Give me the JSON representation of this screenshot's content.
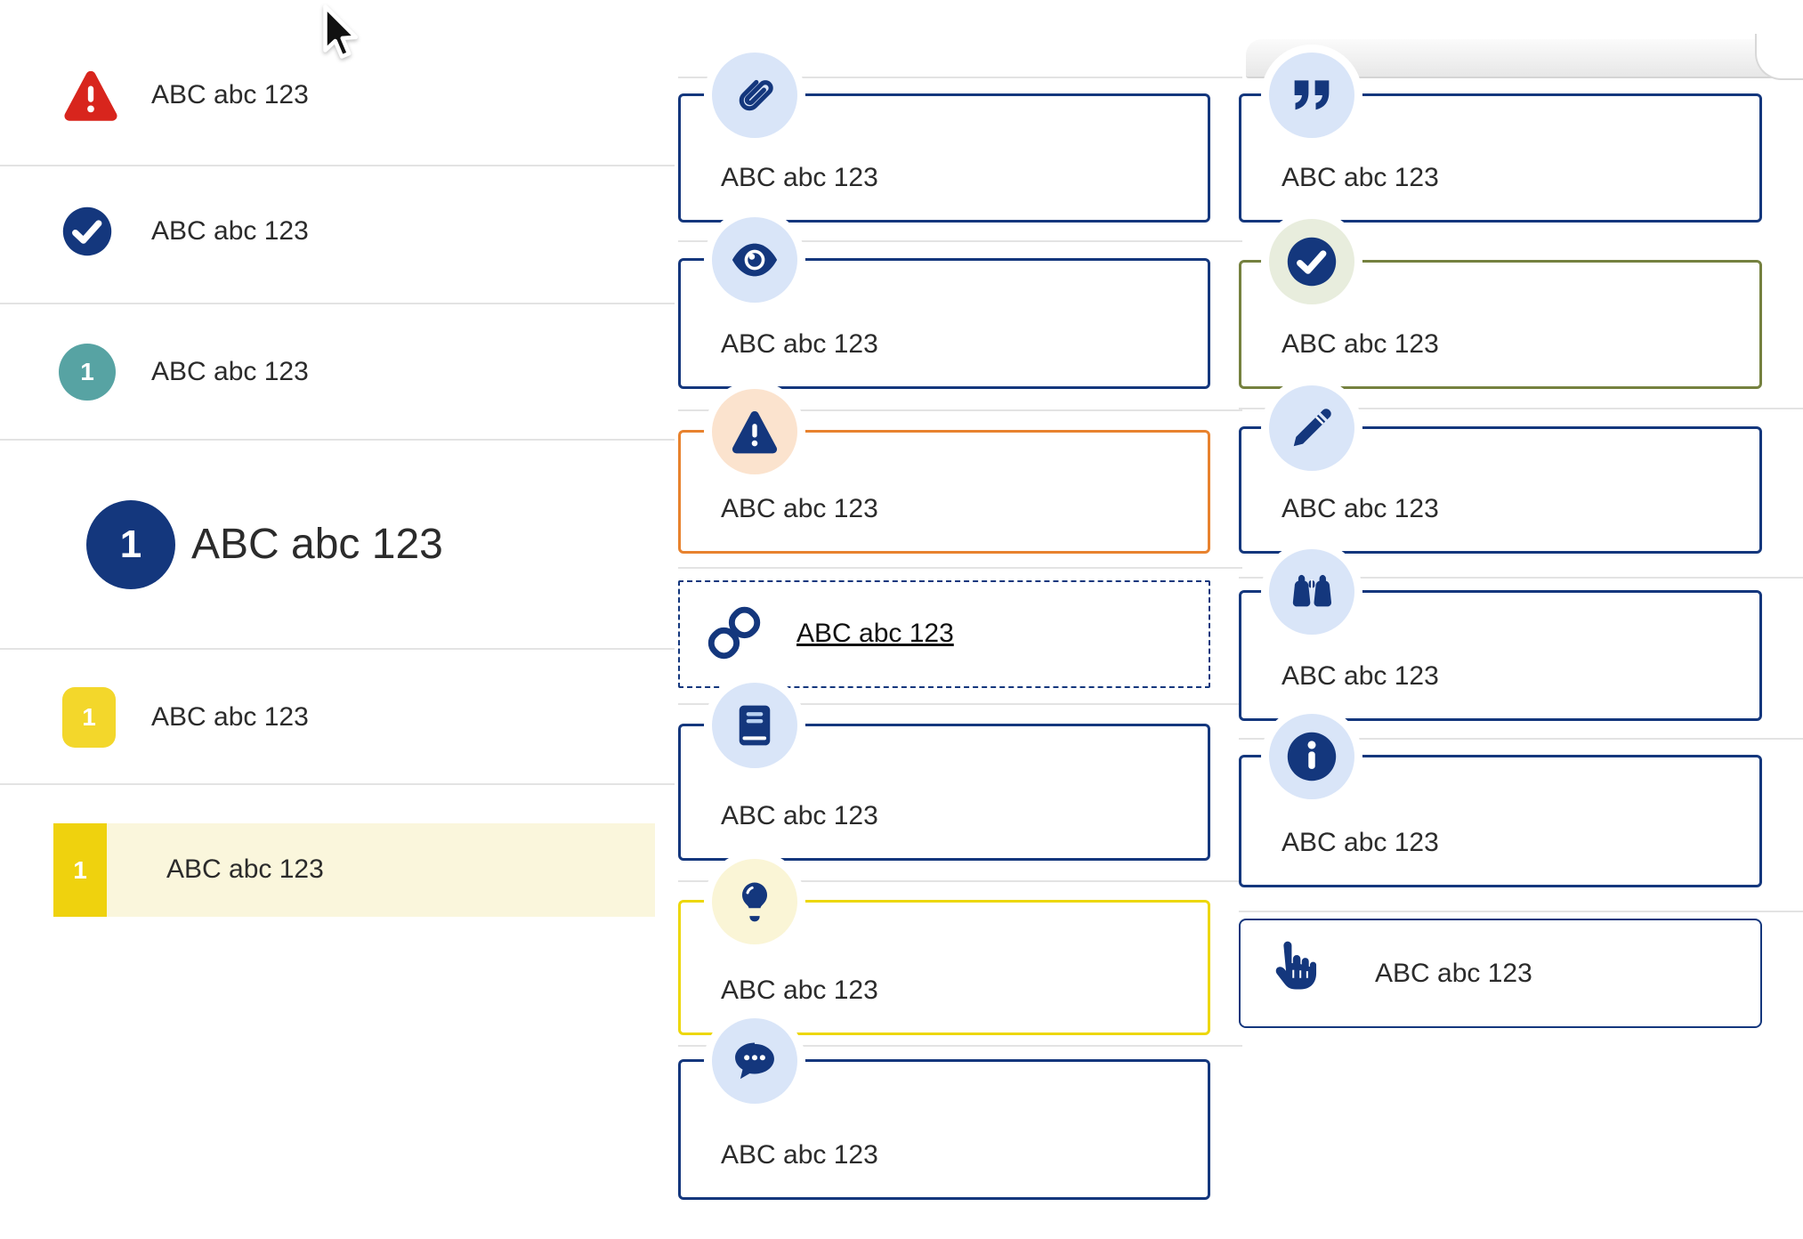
{
  "sample_text": "ABC abc 123",
  "colors": {
    "navy": "#14377D",
    "red": "#D8251D",
    "teal": "#57A3A3",
    "yellow_square": "#F3D72B",
    "yellow_bar": "#EFD20E",
    "cream_highlight": "#FAF6DC",
    "orange_border": "#E8822E",
    "olive_border": "#75813F",
    "yellow_border": "#EDD70A",
    "badge_light_blue": "#D9E5F8",
    "badge_peach": "#FBE3CE",
    "badge_pale_green": "#E8EDDD",
    "badge_pale_yellow": "#FAF5D6",
    "divider": "#E3E3E3",
    "text": "#2B2B2B"
  },
  "left_list": {
    "items": [
      {
        "icon": "alert-triangle-icon",
        "label": "ABC abc 123"
      },
      {
        "icon": "check-circle-icon",
        "label": "ABC abc 123"
      },
      {
        "icon": "teal-number-circle",
        "badge": "1",
        "label": "ABC abc 123"
      },
      {
        "icon": "large-navy-number-circle",
        "badge": "1",
        "label": "ABC abc 123"
      },
      {
        "icon": "yellow-number-square",
        "badge": "1",
        "label": "ABC abc 123"
      },
      {
        "icon": "yellow-number-bar",
        "badge": "1",
        "label": "ABC abc 123",
        "highlighted": true
      }
    ]
  },
  "middle_column": {
    "cards": [
      {
        "icon": "paperclip-icon",
        "style": "navy",
        "label": "ABC abc 123"
      },
      {
        "icon": "eye-icon",
        "style": "navy",
        "label": "ABC abc 123"
      },
      {
        "icon": "warning-triangle-icon",
        "style": "orange",
        "label": "ABC abc 123"
      },
      {
        "icon": "link-icon",
        "style": "dashed",
        "is_link": true,
        "label": "ABC abc 123"
      },
      {
        "icon": "book-icon",
        "style": "navy",
        "label": "ABC abc 123"
      },
      {
        "icon": "lightbulb-icon",
        "style": "yellow",
        "label": "ABC abc 123"
      },
      {
        "icon": "chat-icon",
        "style": "navy",
        "label": "ABC abc 123"
      }
    ]
  },
  "right_column": {
    "cards": [
      {
        "icon": "quote-icon",
        "style": "navy",
        "label": "ABC abc 123"
      },
      {
        "icon": "check-circle-icon",
        "style": "olive",
        "label": "ABC abc 123"
      },
      {
        "icon": "pencil-icon",
        "style": "navy",
        "label": "ABC abc 123"
      },
      {
        "icon": "binoculars-icon",
        "style": "navy",
        "label": "ABC abc 123"
      },
      {
        "icon": "info-icon",
        "style": "navy",
        "label": "ABC abc 123"
      },
      {
        "icon": "hand-pointer-icon",
        "style": "navy-thin",
        "inline_icon": true,
        "label": "ABC abc 123"
      }
    ]
  }
}
